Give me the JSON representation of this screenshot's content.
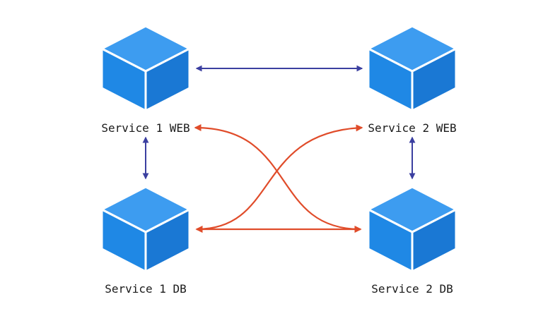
{
  "colors": {
    "cube_top": "#3d9cf0",
    "cube_left": "#1f88e5",
    "cube_right": "#1a78d4",
    "cube_edge": "#ffffff",
    "sync_arrow": "#3b3fa0",
    "cross_arrow": "#e04c2a",
    "label": "#1a1a1a",
    "background": "#ffffff"
  },
  "nodes": [
    {
      "id": "s1web",
      "label": "Service 1 WEB",
      "icon": "cube-icon"
    },
    {
      "id": "s2web",
      "label": "Service 2 WEB",
      "icon": "cube-icon"
    },
    {
      "id": "s1db",
      "label": "Service 1 DB",
      "icon": "cube-icon"
    },
    {
      "id": "s2db",
      "label": "Service 2 DB",
      "icon": "cube-icon"
    }
  ],
  "edges": [
    {
      "from": "s1web",
      "to": "s2web",
      "kind": "sync",
      "direction": "both"
    },
    {
      "from": "s1web",
      "to": "s1db",
      "kind": "sync",
      "direction": "both"
    },
    {
      "from": "s2web",
      "to": "s2db",
      "kind": "sync",
      "direction": "both"
    },
    {
      "from": "s1db",
      "to": "s2db",
      "kind": "cross",
      "direction": "both"
    },
    {
      "from": "s1db",
      "to": "s2web",
      "kind": "cross",
      "direction": "both"
    },
    {
      "from": "s1web",
      "to": "s2db",
      "kind": "cross",
      "direction": "both"
    }
  ]
}
